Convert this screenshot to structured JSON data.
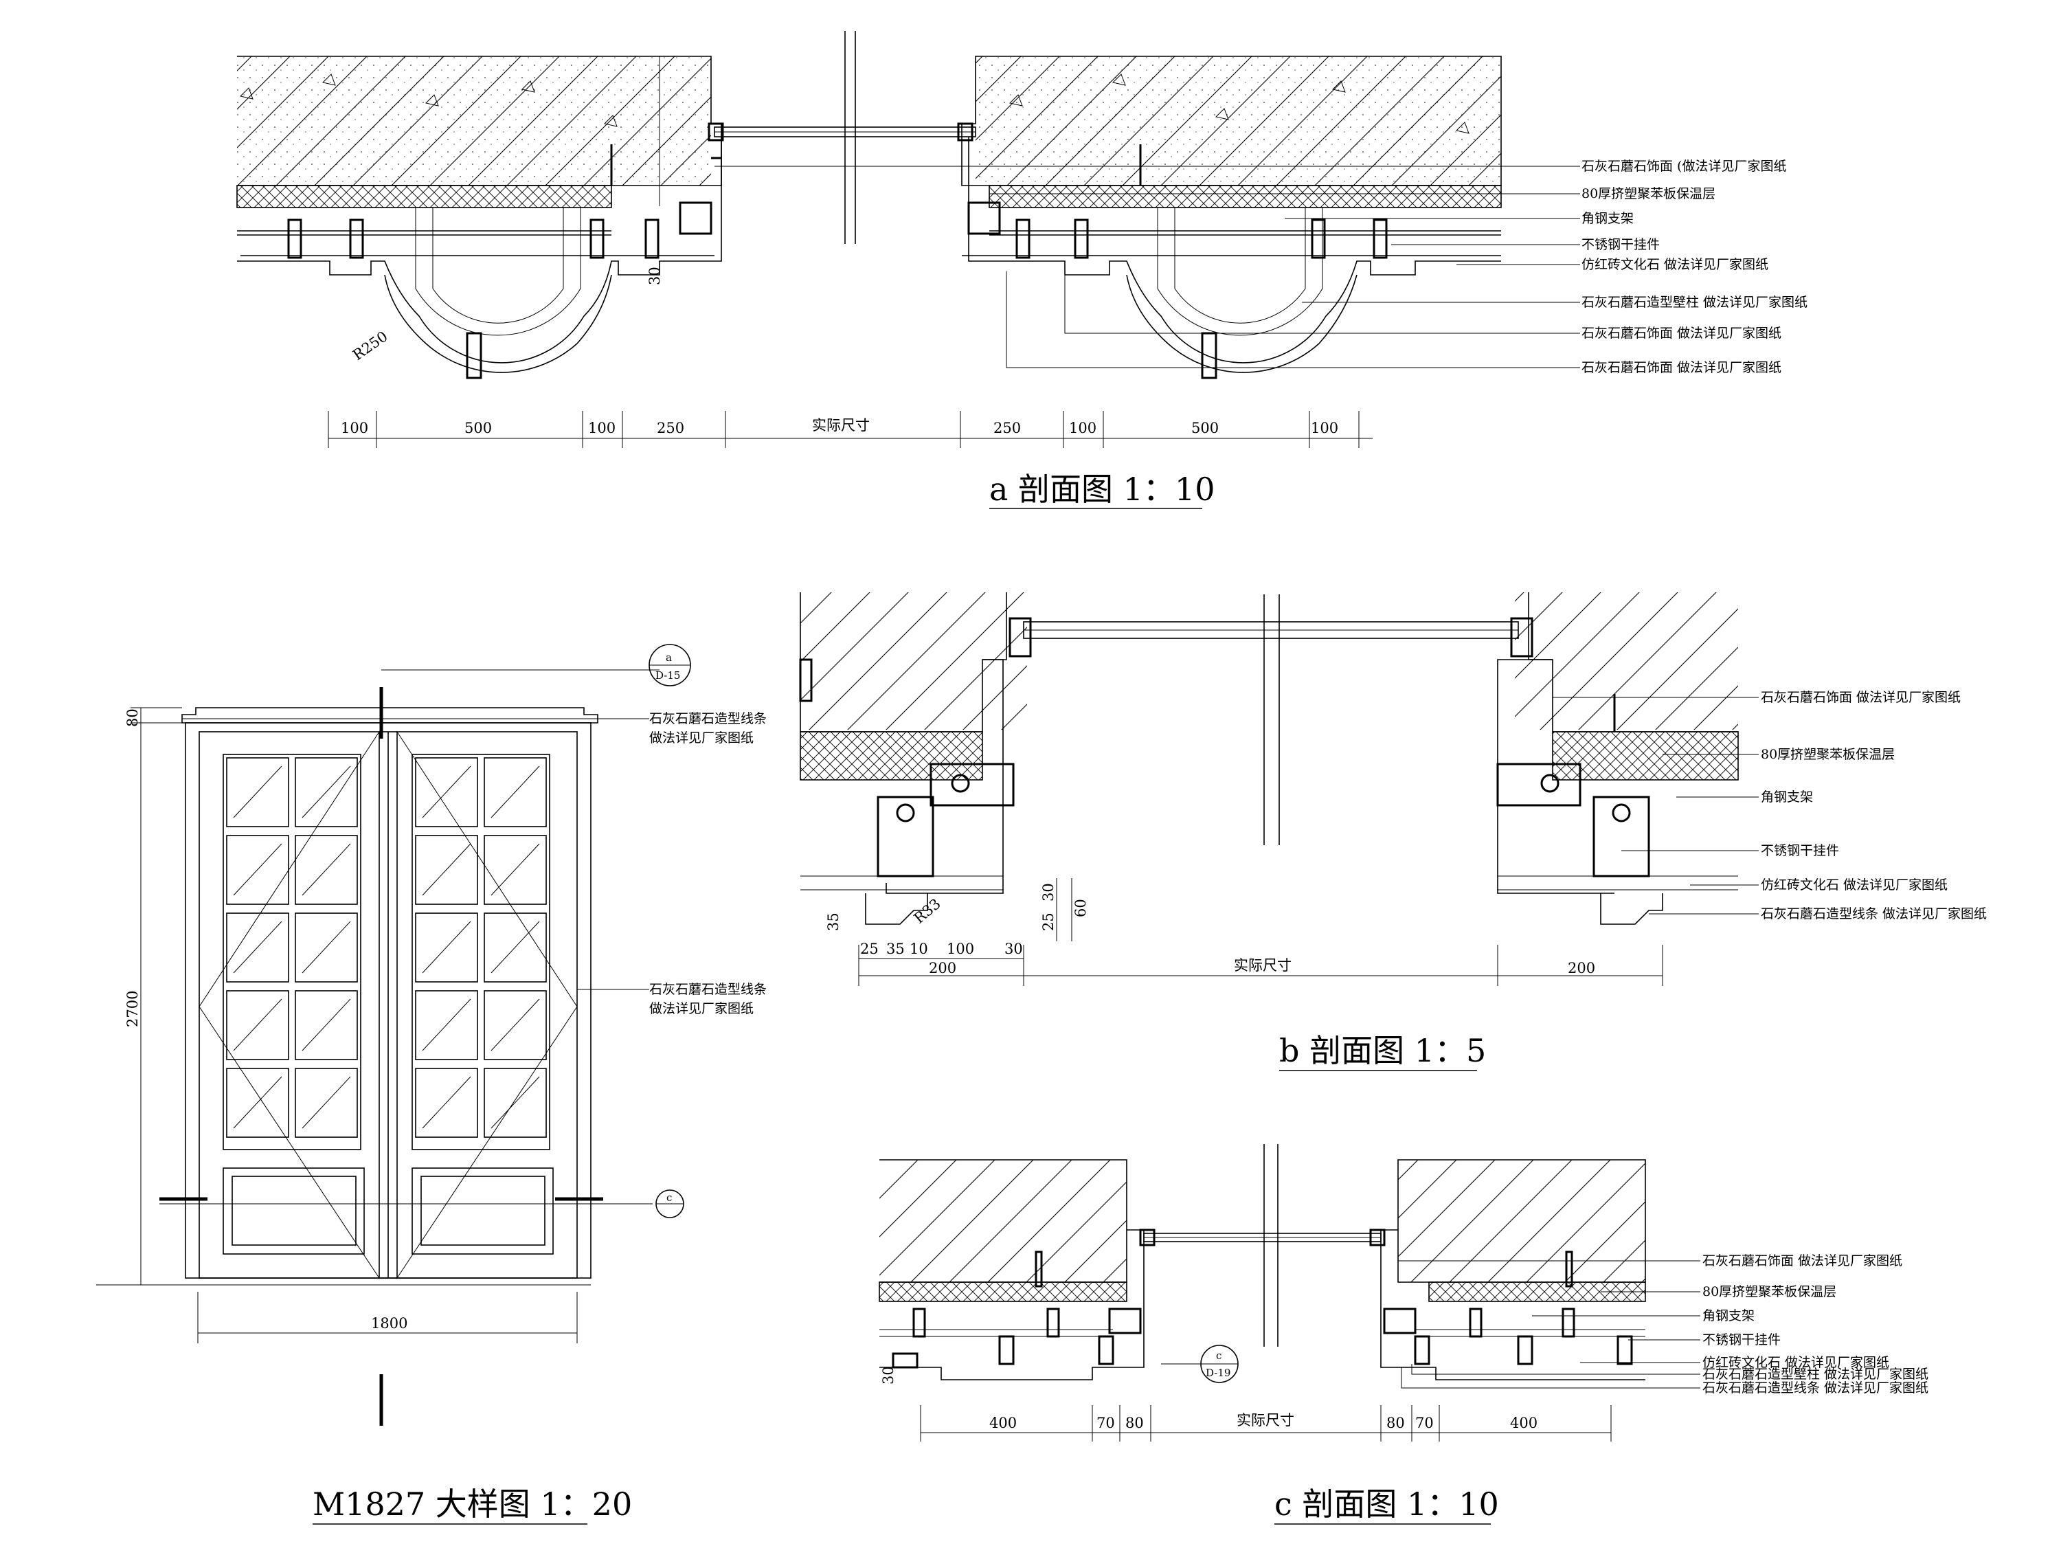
{
  "section_a": {
    "title": "a 剖面图  1：10",
    "notes": [
      "石灰石蘑石饰面 (做法详见厂家图纸",
      "80厚挤塑聚苯板保温层",
      "角钢支架",
      "不锈钢干挂件",
      "仿红砖文化石  做法详见厂家图纸",
      "石灰石蘑石造型壁柱  做法详见厂家图纸",
      "石灰石蘑石饰面  做法详见厂家图纸",
      "石灰石蘑石饰面  做法详见厂家图纸"
    ],
    "radius_label": "R250",
    "small_dim": "30",
    "dims": [
      "100",
      "500",
      "100",
      "250",
      "实际尺寸",
      "250",
      "100",
      "500",
      "100"
    ]
  },
  "section_b": {
    "title": "b 剖面图  1：5",
    "notes": [
      "石灰石蘑石饰面  做法详见厂家图纸",
      "80厚挤塑聚苯板保温层",
      "角钢支架",
      "不锈钢干挂件",
      "仿红砖文化石  做法详见厂家图纸",
      "石灰石蘑石造型线条  做法详见厂家图纸"
    ],
    "radius_label": "R33",
    "left_dim": "35",
    "vertical_dims": [
      "25",
      "30",
      "60"
    ],
    "small_dims": [
      "25",
      "35",
      "10",
      "100",
      "30"
    ],
    "dims": [
      "200",
      "实际尺寸",
      "200"
    ]
  },
  "section_c": {
    "title": "c 剖面图  1：10",
    "notes": [
      "石灰石蘑石饰面  做法详见厂家图纸",
      "80厚挤塑聚苯板保温层",
      "角钢支架",
      "不锈钢干挂件",
      "仿红砖文化石  做法详见厂家图纸",
      "石灰石蘑石造型壁柱  做法详见厂家图纸",
      "石灰石蘑石造型线条  做法详见厂家图纸"
    ],
    "left_dim": "30",
    "detail_ref": {
      "top": "c",
      "bottom": "D-19"
    },
    "dims": [
      "400",
      "70",
      "80",
      "实际尺寸",
      "80",
      "70",
      "400"
    ]
  },
  "door": {
    "title": "M1827 大样图  1：20",
    "notes": [
      "石灰石蘑石造型线条",
      "做法详见厂家图纸",
      "石灰石蘑石造型线条",
      "做法详见厂家图纸"
    ],
    "width_dim": "1800",
    "height_dim": "2700",
    "top_dim": "80",
    "ref_a": {
      "top": "a",
      "bottom": "D-15"
    },
    "ref_c": "c"
  }
}
